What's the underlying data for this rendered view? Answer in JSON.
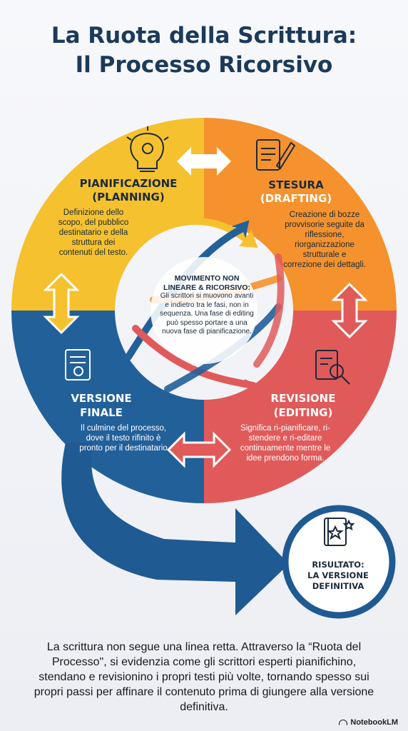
{
  "title": {
    "line1": "La Ruota della Scrittura:",
    "line2": "Il Processo Ricorsivo"
  },
  "colors": {
    "planning": "#f5c12e",
    "drafting": "#f5922d",
    "editing": "#e05a5a",
    "final": "#22609a",
    "dark_text": "#1c3a5a"
  },
  "stages": {
    "planning": {
      "title1": "PIANIFICAZIONE",
      "title2": "(PLANNING)",
      "description": "Definizione dello scopo, del pubblico destinatario e della struttura dei contenuti del testo.",
      "icon": "lightbulb-gear-icon"
    },
    "drafting": {
      "title1": "STESURA",
      "title2": "(DRAFTING)",
      "description": "Creazione di bozze provvisorie seguite da riflessione, riorganizzazione strutturale e correzione dei dettagli.",
      "icon": "scroll-pen-icon"
    },
    "editing": {
      "title1": "REVISIONE",
      "title2": "(EDITING)",
      "description": "Significa ri-pianificare, ri-stendere e ri-editare continuamente mentre le idee prendono forma.",
      "icon": "document-magnifier-icon"
    },
    "final": {
      "title1": "VERSIONE",
      "title2": "FINALE",
      "description": "Il culmine del processo, dove il testo rifinito è pronto per il destinatario",
      "icon": "certificate-scroll-icon"
    }
  },
  "center": {
    "heading": "MOVIMENTO NON LINEARE & RICORSIVO:",
    "text": "Gli scrittori si muovono avanti e indietro tra le fasi, non in sequenza. Una fase di editing può spesso portare a una nuova fase di pianificazione."
  },
  "result": {
    "line1": "RISULTATO:",
    "line2": "LA VERSIONE",
    "line3": "DEFINITIVA",
    "icon": "book-stars-icon"
  },
  "footer": "La scrittura non segue una linea retta. Attraverso la “Ruota del Processo\", si evidenzia come gli scrittori esperti pianifichino, stendano e revisionino i propri testi più volte, tornando spesso sui propri passi per affinare il contenuto prima di giungere alla versione definitiva.",
  "brand": "NotebookLM"
}
